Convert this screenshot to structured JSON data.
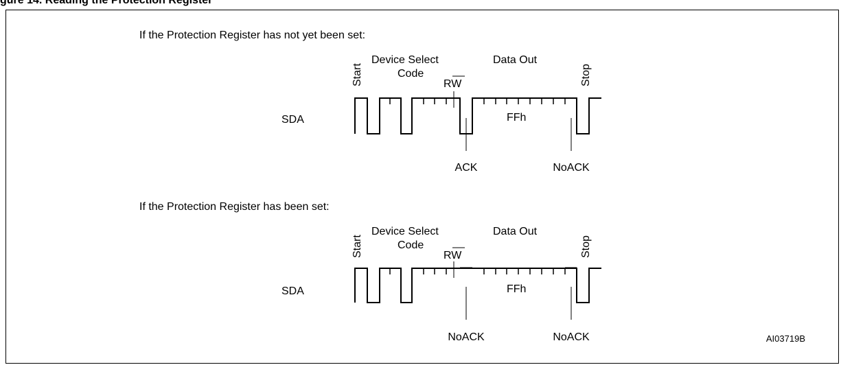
{
  "figure_caption": "gure 14. Reading the Protection Register",
  "diagram_id": "AI03719B",
  "panels": [
    {
      "condition": "If the Protection Register has not yet been set:",
      "labels": {
        "start": "Start",
        "device_select_line1": "Device Select",
        "device_select_line2": "Code",
        "rw": "RW",
        "data_out": "Data Out",
        "stop": "Stop",
        "signal": "SDA",
        "data_value": "FFh",
        "ack_1": "ACK",
        "ack_2": "NoACK"
      }
    },
    {
      "condition": "If the Protection Register has been set:",
      "labels": {
        "start": "Start",
        "device_select_line1": "Device Select",
        "device_select_line2": "Code",
        "rw": "RW",
        "data_out": "Data Out",
        "stop": "Stop",
        "signal": "SDA",
        "data_value": "FFh",
        "ack_1": "NoACK",
        "ack_2": "NoACK"
      }
    }
  ]
}
